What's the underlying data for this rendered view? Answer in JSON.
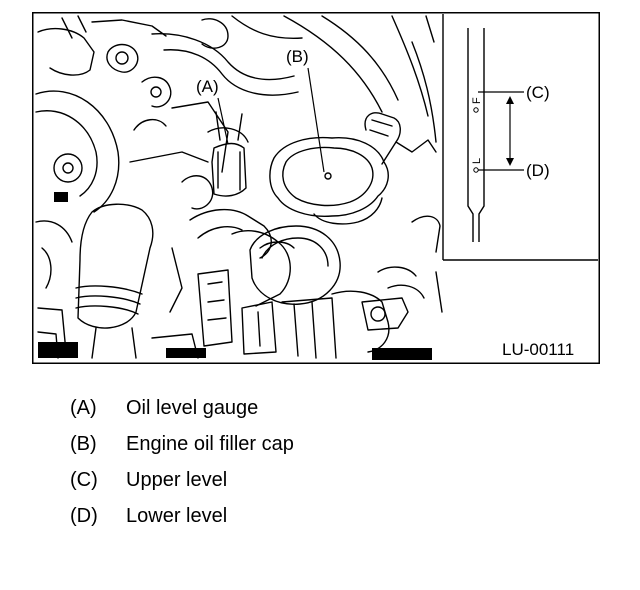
{
  "figure": {
    "code": "LU-00111",
    "callouts": {
      "a": "(A)",
      "b": "(B)",
      "c": "(C)",
      "d": "(D)"
    },
    "gauge_marks": {
      "full": "F",
      "low": "L"
    }
  },
  "legend": [
    {
      "key": "(A)",
      "text": "Oil level gauge"
    },
    {
      "key": "(B)",
      "text": "Engine oil filler cap"
    },
    {
      "key": "(C)",
      "text": "Upper level"
    },
    {
      "key": "(D)",
      "text": "Lower level"
    }
  ]
}
